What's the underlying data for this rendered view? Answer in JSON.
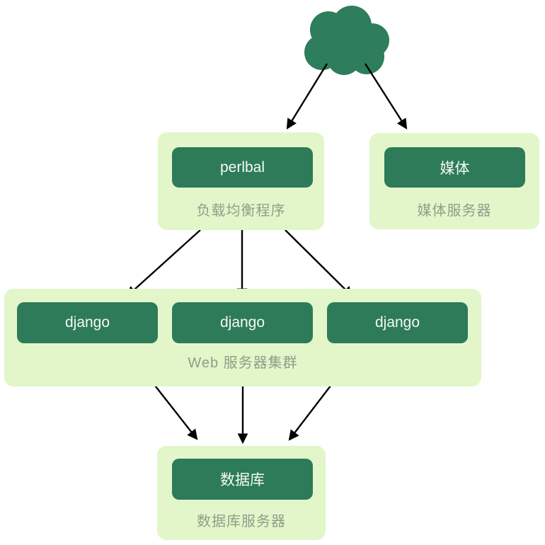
{
  "colors": {
    "node_fill": "#2e7b59",
    "group_fill": "#e2f6ca",
    "node_text": "#f5faf3",
    "caption_text": "#8f9e88",
    "arrow": "#010101",
    "cloud_fill": "#2e7d5c",
    "background": "#ffffff"
  },
  "diagram": {
    "cloud": {
      "name": "internet-cloud"
    },
    "groups": {
      "load_balancer": {
        "node_label": "perlbal",
        "caption": "负载均衡程序"
      },
      "media": {
        "node_label": "媒体",
        "caption": "媒体服务器"
      },
      "web_cluster": {
        "nodes": [
          "django",
          "django",
          "django"
        ],
        "caption": "Web 服务器集群"
      },
      "database": {
        "node_label": "数据库",
        "caption": "数据库服务器"
      }
    },
    "edges": [
      {
        "from": "cloud",
        "to": "load_balancer"
      },
      {
        "from": "cloud",
        "to": "media"
      },
      {
        "from": "load_balancer",
        "to": "django-1"
      },
      {
        "from": "load_balancer",
        "to": "django-2"
      },
      {
        "from": "load_balancer",
        "to": "django-3"
      },
      {
        "from": "django-1",
        "to": "database"
      },
      {
        "from": "django-2",
        "to": "database"
      },
      {
        "from": "django-3",
        "to": "database"
      }
    ]
  }
}
